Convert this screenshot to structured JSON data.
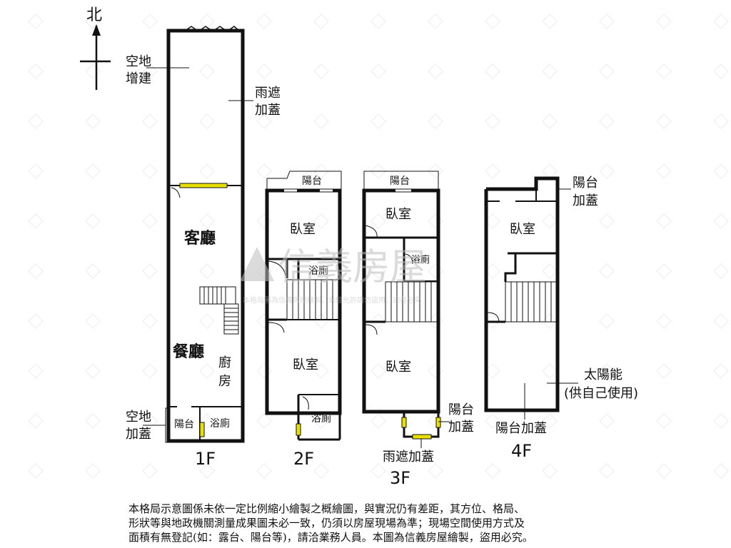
{
  "compass": {
    "north": "北"
  },
  "floors": {
    "f1": {
      "name": "1F",
      "rooms": {
        "front_addition": "空地增建",
        "rain_shelter": "雨遮加蓋",
        "living": "客廳",
        "dining": "餐廳",
        "kitchen": "廚房",
        "balcony": "陽台",
        "bath": "浴廁",
        "yard_addition": "空地加蓋"
      }
    },
    "f2": {
      "name": "2F",
      "rooms": {
        "balcony": "陽台",
        "bedroom_front": "臥室",
        "bath_mid": "浴廁",
        "bedroom_back": "臥室",
        "bath_back": "浴廁"
      }
    },
    "f3": {
      "name": "3F",
      "rooms": {
        "balcony": "陽台",
        "bedroom_front": "臥室",
        "bath": "浴廁",
        "bedroom_back": "臥室",
        "balcony_addition": "陽台加蓋",
        "rain_shelter": "雨遮加蓋"
      }
    },
    "f4": {
      "name": "4F",
      "rooms": {
        "balcony_addition": "陽台加蓋",
        "bedroom": "臥室",
        "solar": "太陽能(供自己使用)",
        "balcony_addition_bottom": "陽台加蓋"
      }
    }
  },
  "watermark": {
    "brand": "信義房屋",
    "notice": "本格局圖為信義房屋繪製，未經允許請勿盜用，違者必究"
  },
  "disclaimer": [
    "本格局示意圖係未依一定比例縮小繪製之概繪圖，與實況仍有差距，其方位、格局、",
    "形狀等與地政機關測量成果圖未必一致，仍須以房屋現場為準；現場空間使用方式及",
    "面積有無登記(如：露台、陽台等)，請洽業務人員。本圖為信義房屋繪製，盜用必究。"
  ],
  "colors": {
    "window": "#e8e100",
    "line": "#111111",
    "watermark": "#d9d9d9"
  }
}
